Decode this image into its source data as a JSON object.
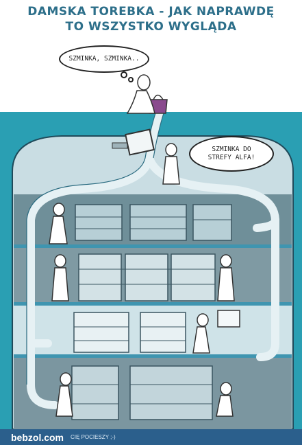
{
  "title": {
    "line1": "DAMSKA TOREBKA - JAK NAPRAWDĘ",
    "line2": "TO WSZYSTKO WYGLĄDA"
  },
  "speech": {
    "top": "SZMINKA, SZMINKA..",
    "bottom": "SZMINKA DO STREFY ALFA!"
  },
  "footer": {
    "brand": "bebzol.com",
    "slogan": "CIĘ POCIESZY ;-)"
  },
  "colors": {
    "sea": "#2a9fb3",
    "base_light": "#c9dde3",
    "floor_dark": "#7f9aa3",
    "floor_light": "#cfe3e8",
    "pipe": "#e6f1f4",
    "footer": "#2b5f8c",
    "bag": "#8a4a8e"
  }
}
